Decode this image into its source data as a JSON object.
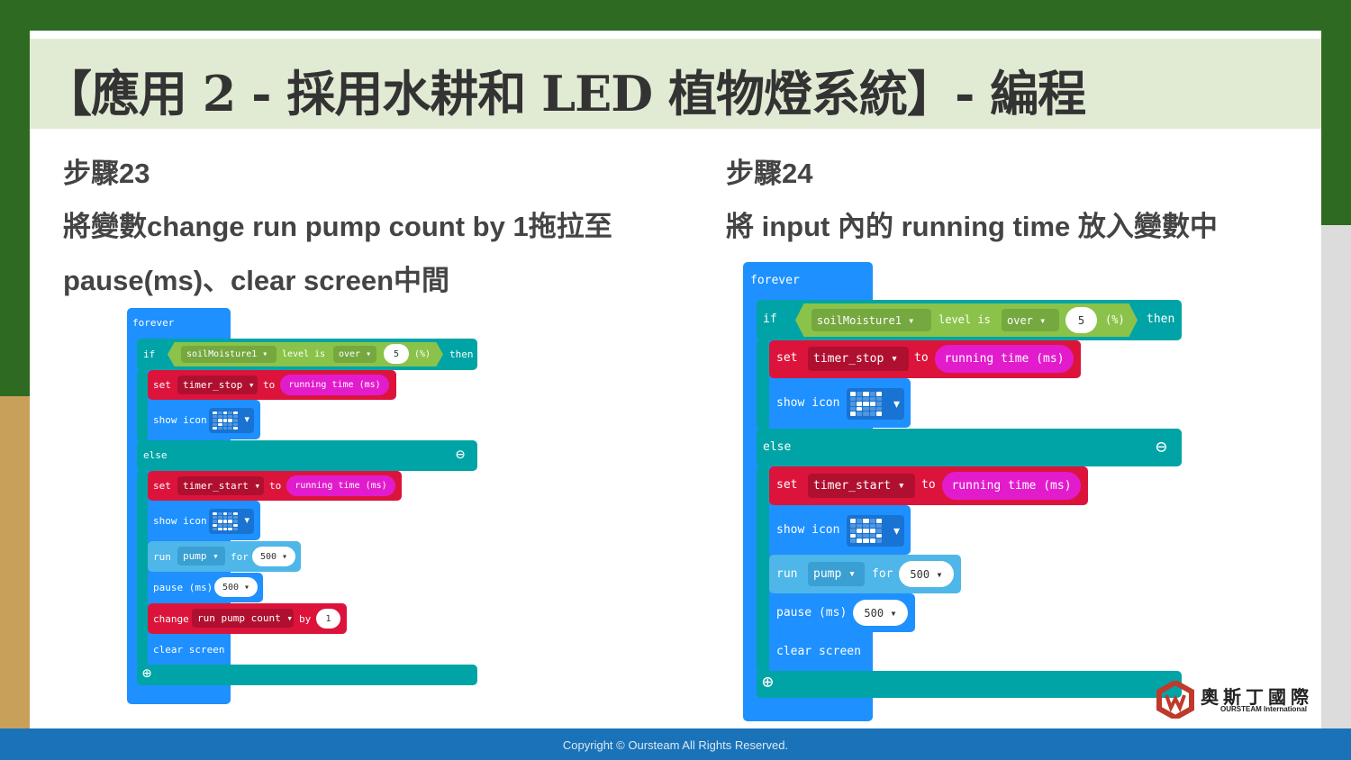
{
  "slide": {
    "title": "【應用 2 - 採用水耕和 LED 植物燈系統】- 編程",
    "footer": "Copyright © Oursteam All Rights Reserved.",
    "logo_cn": "奧斯丁國際",
    "logo_en": "OURSTEAM International"
  },
  "step23": {
    "heading": "步驟23",
    "line1": "將變數change run pump count by 1拖拉至",
    "line2": "pause(ms)、clear screen中間"
  },
  "step24": {
    "heading": "步驟24",
    "line1": "將 input 內的 running time 放入變數中"
  },
  "blocks": {
    "forever": "forever",
    "if": "if",
    "sensor": "soilMoisture1",
    "level_is": "level is",
    "over": "over",
    "value5": "5",
    "percent": "(%)",
    "then": "then",
    "set": "set",
    "timer_stop": "timer_stop",
    "timer_start": "timer_start",
    "to": "to",
    "running_time": "running time (ms)",
    "show_icon": "show icon",
    "else": "else",
    "run": "run",
    "pump": "pump",
    "for": "for",
    "ms500": "500",
    "pause": "pause (ms)",
    "change": "change",
    "run_pump_count": "run pump count",
    "by": "by",
    "one": "1",
    "clear_screen": "clear screen"
  },
  "colors": {
    "forever_blue": "#1e90ff",
    "logic_teal": "#00a4a6",
    "variable_red": "#dc143c",
    "input_magenta": "#e21ccc",
    "sensor_green": "#8bc34a",
    "pump_lightblue": "#4eb6e8",
    "footer_blue": "#1a73b8"
  }
}
